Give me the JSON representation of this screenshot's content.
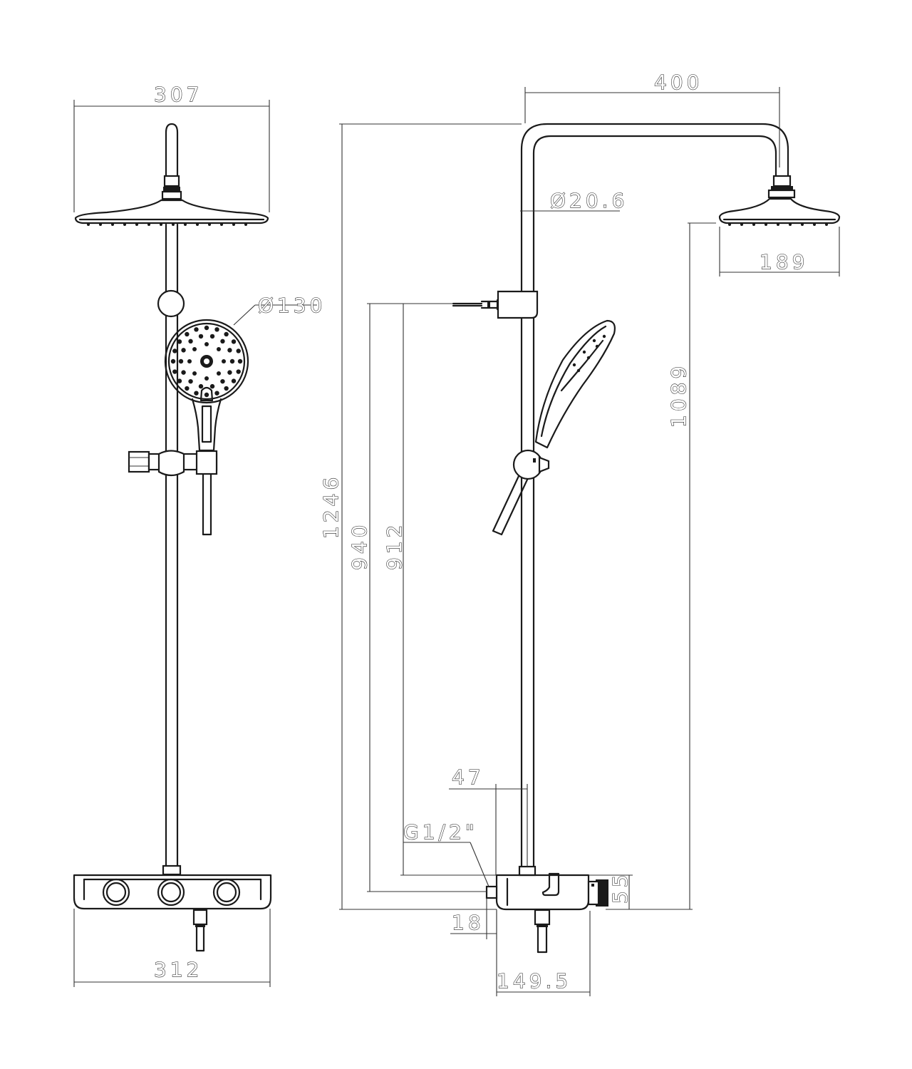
{
  "dimensions": {
    "front_head_width": "307",
    "front_bottom_width": "312",
    "handshower_diameter": "Ø130",
    "top_arm_length": "400",
    "pipe_diameter": "Ø20.6",
    "side_head_width": "189",
    "head_height": "1089",
    "total_height": "1246",
    "holder_height_940": "940",
    "holder_height_912": "912",
    "offset_47": "47",
    "thread": "G1/2\"",
    "offset_18": "18",
    "mixer_height": "55",
    "mixer_depth": "149.5"
  }
}
